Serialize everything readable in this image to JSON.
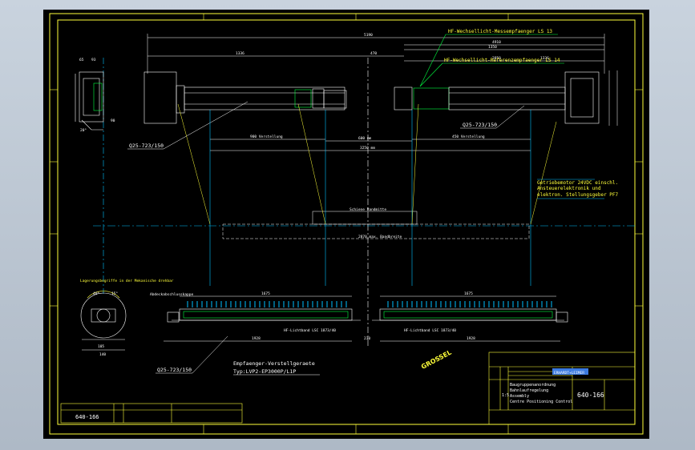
{
  "drawing": {
    "labels": {
      "ls13": "HF-Wechsellicht-Messempfaenger LS 13",
      "ls14": "HF-Wechsellicht-Referenzempfaenger LS 14",
      "q25_top_left": "Q25-723/150",
      "q25_top_right": "Q25-723/150",
      "q25_bottom": "Q25-723/150",
      "motor_line1": "Getriebemotor 24VDC einschl.",
      "motor_line2": "Ansteuerelektronik und",
      "motor_line3": "elektron. Stellungsgeber PF7",
      "title_line1": "Empfaenger-Verstellgeraete",
      "title_line2": "Typ:LVP2-EP3000P/L1P",
      "left_detail": "Lagerungsbegriffe in der Mekanische drehbar",
      "cover_label": "Abdeckabschlusskappe",
      "stamp": "GROSSEL"
    },
    "dims": {
      "d5190": "5190",
      "d4910": "4910",
      "d1336": "1336",
      "d470": "470",
      "d1350": "1350",
      "d2850": "2850",
      "d1336b": "1336",
      "vstell_left": "900 Verstellung",
      "vstell_right": "450 Verstellung",
      "mid600": "600 mm",
      "d3250": "3250 mm",
      "band_top": "Schiene Bandmitte",
      "band_bottom": "2870 max. Bandbreite",
      "lichtband_left": "HF-Lichtband LSC 1873/40",
      "lichtband_right": "HF-Lichtband LSC 1873/40",
      "d1675a": "1675",
      "d1675b": "1675",
      "d1928a": "1928",
      "d1928b": "1928",
      "d230": "230"
    },
    "title_block": {
      "drawing_no": "640-166",
      "drawing_no_small": "640-166",
      "desc_de": "Baugruppenanordnung",
      "desc_de2": "Bahnlaufregelung",
      "desc_en": "Assembly",
      "desc_en2": "Centre Positioning Control",
      "scale": "1:5",
      "company": "ERHARDT+LEIMER"
    }
  }
}
